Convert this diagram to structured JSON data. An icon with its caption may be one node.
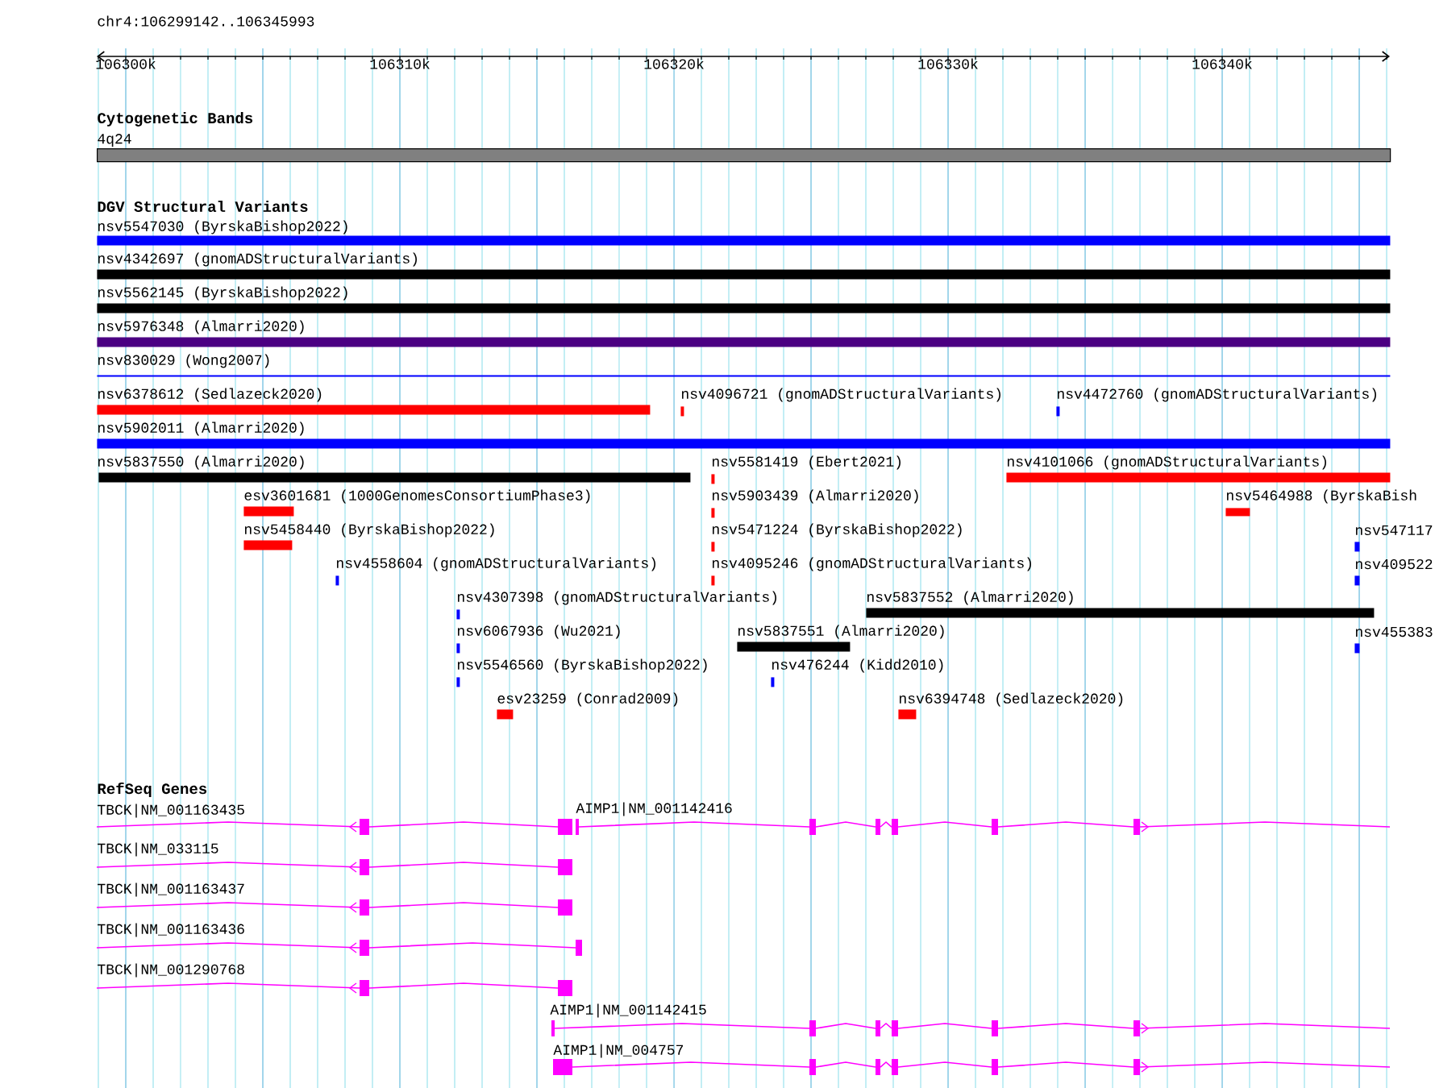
{
  "diagram": {
    "nodes": [
      {
        "text": [],
        "shape": "bar",
        "beside": [
          "4q24"
        ]
      },
      {
        "text": [],
        "shape": "bar",
        "beside": [
          "nsv5547030 (ByrskaBishop2022)"
        ]
      },
      {
        "text": [],
        "shape": "bar",
        "beside": [
          "nsv4342697 (gnomADStructuralVariants)"
        ]
      },
      {
        "text": [],
        "shape": "bar",
        "beside": [
          "nsv5562145 (ByrskaBishop2022)"
        ]
      },
      {
        "text": [],
        "shape": "bar",
        "beside": [
          "nsv5976348 (Almarri2020)"
        ]
      },
      {
        "text": [],
        "shape": "bar",
        "beside": [
          "nsv830029 (Wong2007)"
        ]
      },
      {
        "text": [],
        "shape": "bar",
        "beside": [
          "nsv6378612 (Sedlazeck2020)"
        ]
      },
      {
        "text": [],
        "shape": "bar",
        "beside": [
          "nsv4096721 (gnomADStructuralVariants)"
        ]
      },
      {
        "text": [],
        "shape": "bar",
        "beside": [
          "nsv4472760 (gnomADStructuralVariants)"
        ]
      },
      {
        "text": [],
        "shape": "bar",
        "beside": [
          "nsv5902011 (Almarri2020)"
        ]
      },
      {
        "text": [],
        "shape": "bar",
        "beside": [
          "nsv5837550 (Almarri2020)"
        ]
      },
      {
        "text": [],
        "shape": "bar",
        "beside": [
          "nsv5581419 (Ebert2021)"
        ]
      },
      {
        "text": [],
        "shape": "bar",
        "beside": [
          "nsv4101066 (gnomADStructuralVariants)"
        ]
      },
      {
        "text": [],
        "shape": "bar",
        "beside": [
          "esv3601681 (1000GenomesConsortiumPhase3)"
        ]
      },
      {
        "text": [],
        "shape": "bar",
        "beside": [
          "nsv5903439 (Almarri2020)"
        ]
      },
      {
        "text": [],
        "shape": "bar",
        "beside": [
          "nsv5464988 (ByrskaBish"
        ]
      },
      {
        "text": [],
        "shape": "bar",
        "beside": [
          "nsv5458440 (ByrskaBishop2022)"
        ]
      },
      {
        "text": [],
        "shape": "bar",
        "beside": [
          "nsv5471224 (ByrskaBishop2022)"
        ]
      },
      {
        "text": [],
        "shape": "bar",
        "beside": [
          "nsv547117"
        ]
      },
      {
        "text": [],
        "shape": "bar",
        "beside": [
          "nsv4558604 (gnomADStructuralVariants)"
        ]
      },
      {
        "text": [],
        "shape": "bar",
        "beside": [
          "nsv4095246 (gnomADStructuralVariants)"
        ]
      },
      {
        "text": [],
        "shape": "bar",
        "beside": [
          "nsv409522"
        ]
      },
      {
        "text": [],
        "shape": "bar",
        "beside": [
          "nsv4307398 (gnomADStructuralVariants)"
        ]
      },
      {
        "text": [],
        "shape": "bar",
        "beside": [
          "nsv5837552 (Almarri2020)"
        ]
      },
      {
        "text": [],
        "shape": "bar",
        "beside": [
          "nsv6067936 (Wu2021)"
        ]
      },
      {
        "text": [],
        "shape": "bar",
        "beside": [
          "nsv5837551 (Almarri2020)"
        ]
      },
      {
        "text": [],
        "shape": "bar",
        "beside": [
          "nsv455383"
        ]
      },
      {
        "text": [],
        "shape": "bar",
        "beside": [
          "nsv5546560 (ByrskaBishop2022)"
        ]
      },
      {
        "text": [],
        "shape": "bar",
        "beside": [
          "nsv476244 (Kidd2010)"
        ]
      },
      {
        "text": [],
        "shape": "bar",
        "beside": [
          "esv23259 (Conrad2009)"
        ]
      },
      {
        "text": [],
        "shape": "bar",
        "beside": [
          "nsv6394748 (Sedlazeck2020)"
        ]
      },
      {
        "text": [],
        "shape": "bar",
        "beside": [
          "TBCK|NM_001163435"
        ]
      },
      {
        "text": [],
        "shape": "bar",
        "beside": [
          "AIMP1|NM_001142416"
        ]
      },
      {
        "text": [],
        "shape": "bar",
        "beside": [
          "TBCK|NM_033115"
        ]
      },
      {
        "text": [],
        "shape": "bar",
        "beside": [
          "TBCK|NM_001163437"
        ]
      },
      {
        "text": [],
        "shape": "bar",
        "beside": [
          "TBCK|NM_001163436"
        ]
      },
      {
        "text": [],
        "shape": "bar",
        "beside": [
          "TBCK|NM_001290768"
        ]
      },
      {
        "text": [],
        "shape": "bar",
        "beside": [
          "AIMP1|NM_001142415"
        ]
      },
      {
        "text": [],
        "shape": "bar",
        "beside": [
          "AIMP1|NM_004757"
        ]
      }
    ],
    "labels": [
      "chr4:106299142..106345993",
      "106300k",
      "106310k",
      "106320k",
      "106330k",
      "106340k",
      "Cytogenetic Bands",
      "DGV Structural Variants",
      "RefSeq Genes"
    ]
  }
}
